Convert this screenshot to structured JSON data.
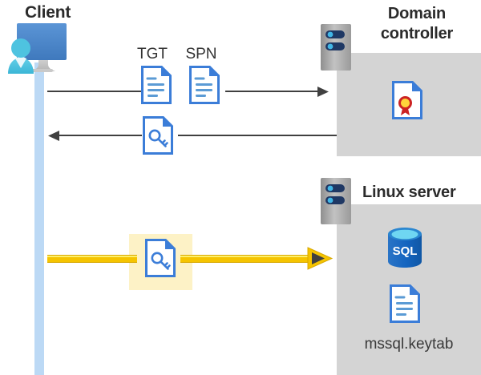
{
  "diagram": {
    "title_client": "Client",
    "title_domain_controller": "Domain\ncontroller",
    "title_domain_controller_line1": "Domain",
    "title_domain_controller_line2": "controller",
    "title_linux_server": "Linux server",
    "keytab_caption": "mssql.keytab",
    "flow_labels": {
      "tgt": "TGT",
      "spn": "SPN"
    },
    "icons": {
      "client": "client-workstation-icon",
      "server_dc": "server-rack-icon",
      "server_linux": "server-rack-icon",
      "certificate": "certificate-document-icon",
      "sql": "sql-database-icon",
      "keytab": "text-document-icon",
      "tgt_doc": "text-document-icon",
      "spn_doc": "text-document-icon",
      "ticket_key_doc": "key-document-icon",
      "service_ticket_key_doc": "key-document-icon",
      "arrow_request": "arrow-right-icon",
      "arrow_response": "arrow-left-icon",
      "arrow_service": "arrow-right-highlighted-icon"
    },
    "colors": {
      "panel_gray": "#d4d4d4",
      "server_gray": "#a6a6a6",
      "server_bar_navy": "#1f3864",
      "server_dot_blue": "#41b6e6",
      "doc_blue": "#3b7dd8",
      "doc_line_blue": "#5b9bd5",
      "sql_blue": "#1b6ec2",
      "sql_top": "#50c4ec",
      "cert_red": "#cc2222",
      "cert_gold": "#ffd43b",
      "arrow_gray": "#404040",
      "arrow_yellow": "#f5c400",
      "highlight_yellow": "#fdf2c6",
      "lifeline_blue": "#bcd9f5",
      "monitor_blue": "#4a86c8",
      "person_cyan": "#4ec3e0",
      "text_dark": "#2b2b2b"
    }
  }
}
